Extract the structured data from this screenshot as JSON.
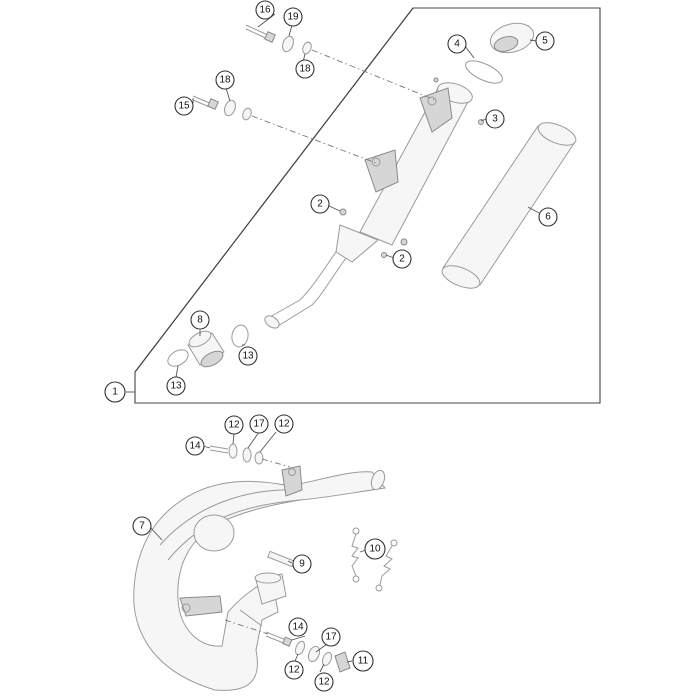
{
  "callouts": {
    "c1": "1",
    "c2a": "2",
    "c2b": "2",
    "c3": "3",
    "c4": "4",
    "c5": "5",
    "c6": "6",
    "c7": "7",
    "c8": "8",
    "c9": "9",
    "c10": "10",
    "c11": "11",
    "c12a": "12",
    "c12b": "12",
    "c12c": "12",
    "c12d": "12",
    "c13a": "13",
    "c13b": "13",
    "c14a": "14",
    "c14b": "14",
    "c15": "15",
    "c16": "16",
    "c17a": "17",
    "c17b": "17",
    "c18a": "18",
    "c18b": "18",
    "c19": "19"
  }
}
